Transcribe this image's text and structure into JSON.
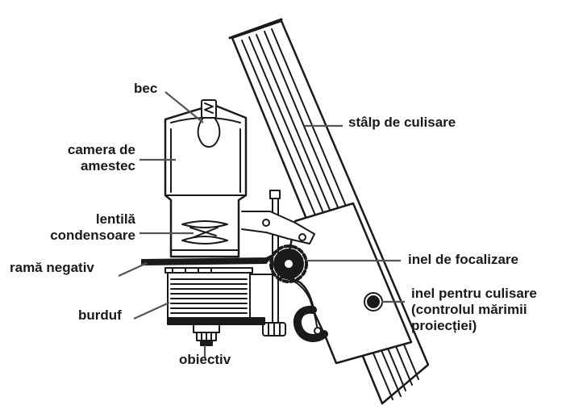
{
  "labels": {
    "bec": "bec",
    "camera_line1": "camera de",
    "camera_line2": "amestec",
    "lentila_line1": "lentilă",
    "lentila_line2": "condensoare",
    "rama": "ramă negativ",
    "burduf": "burduf",
    "obiectiv": "obiectiv",
    "stalp": "stâlp de culisare",
    "inel_focal": "inel de focalizare",
    "inel_culisare_line1": "inel pentru culisare",
    "inel_culisare_line2": "(controlul mărimii",
    "inel_culisare_line3": "proiecției)"
  },
  "colors": {
    "ink": "#1a1a1a",
    "leader": "#555555",
    "paper": "#ffffff"
  }
}
